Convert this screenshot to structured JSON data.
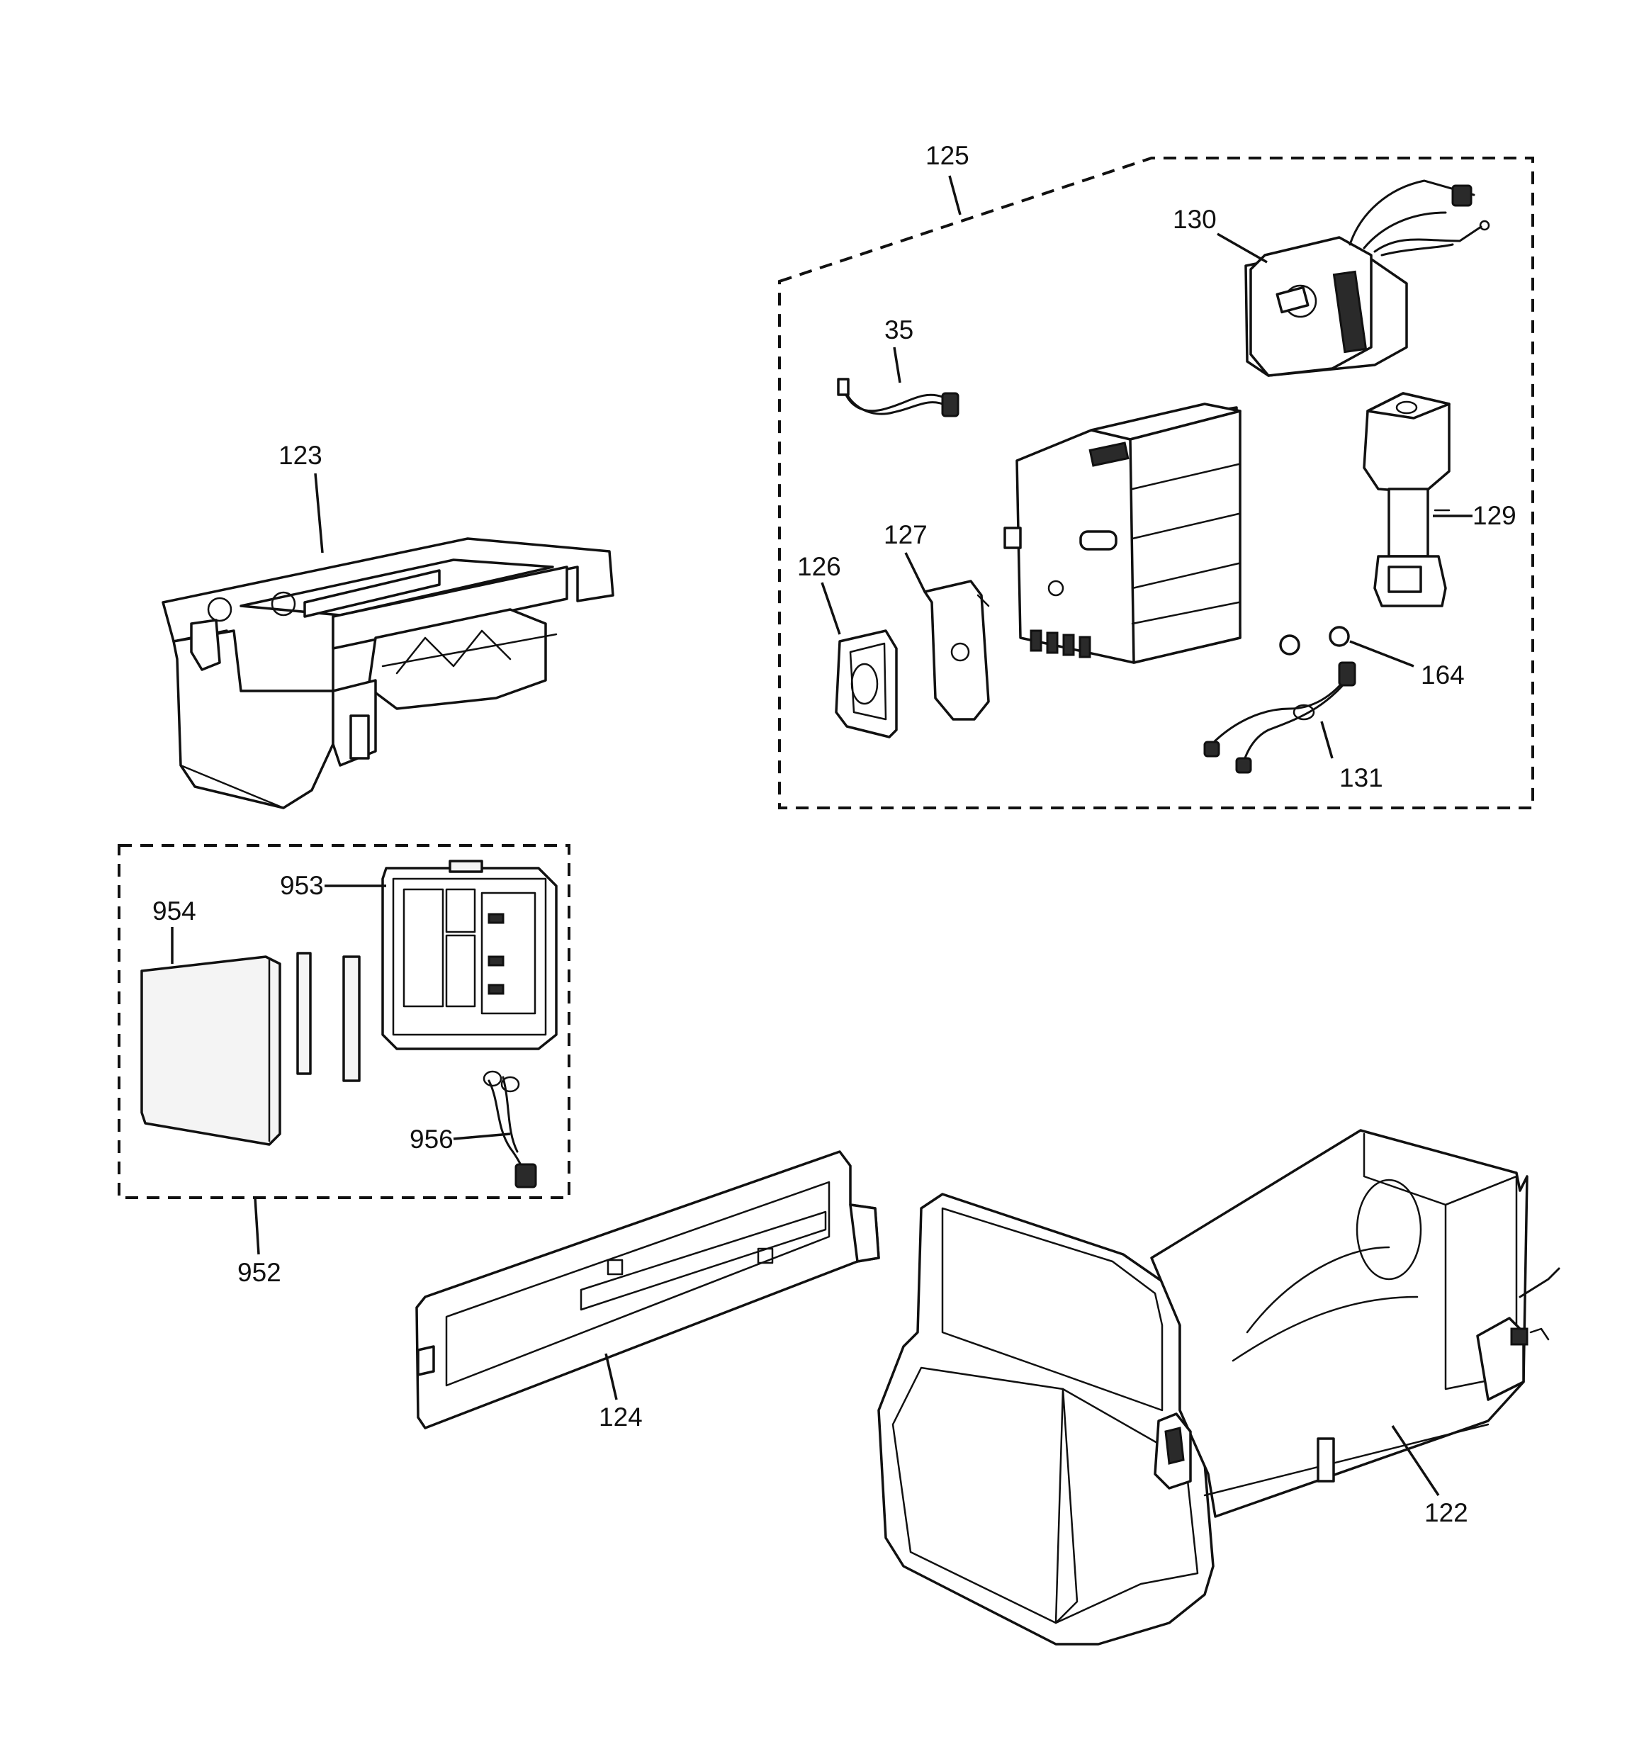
{
  "diagram": {
    "callouts": {
      "p125": "125",
      "p130": "130",
      "p35": "35",
      "p123": "123",
      "p127": "127",
      "p126": "126",
      "p129": "129",
      "p164": "164",
      "p131": "131",
      "p953": "953",
      "p954": "954",
      "p956": "956",
      "p952": "952",
      "p124": "124",
      "p122": "122"
    }
  }
}
